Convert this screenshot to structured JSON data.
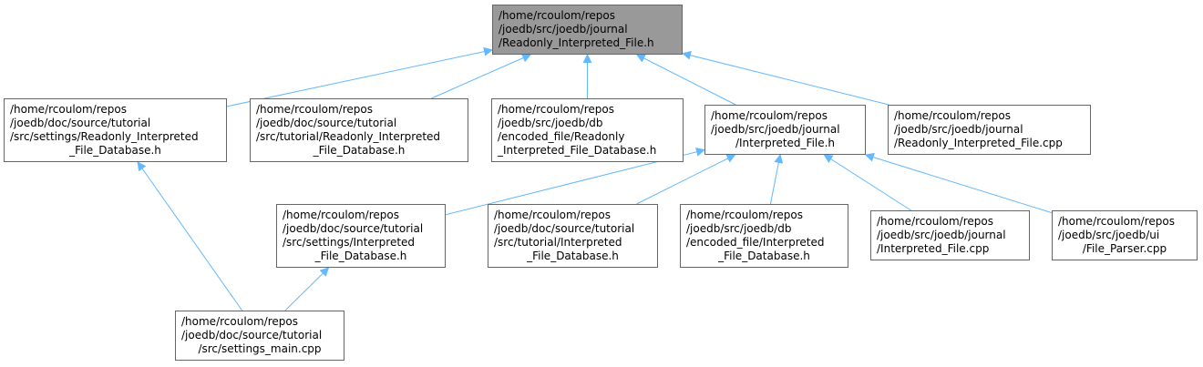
{
  "colors": {
    "edge": "#63b8ff",
    "root_fill": "#999999",
    "node_fill": "#ffffff",
    "node_border": "#666666"
  },
  "nodes": {
    "root": [
      "/home/rcoulom/repos",
      "/joedb/src/joedb/journal",
      "/Readonly_Interpreted_File.h"
    ],
    "n_settings_readonly": [
      "/home/rcoulom/repos",
      "/joedb/doc/source/tutorial",
      "/src/settings/Readonly_Interpreted",
      "_File_Database.h"
    ],
    "n_tutorial_readonly": [
      "/home/rcoulom/repos",
      "/joedb/doc/source/tutorial",
      "/src/tutorial/Readonly_Interpreted",
      "_File_Database.h"
    ],
    "n_db_readonly": [
      "/home/rcoulom/repos",
      "/joedb/src/joedb/db",
      "/encoded_file/Readonly",
      "_Interpreted_File_Database.h"
    ],
    "n_interpreted_h": [
      "/home/rcoulom/repos",
      "/joedb/src/joedb/journal",
      "/Interpreted_File.h"
    ],
    "n_readonly_cpp": [
      "/home/rcoulom/repos",
      "/joedb/src/joedb/journal",
      "/Readonly_Interpreted_File.cpp"
    ],
    "n_settings_interp": [
      "/home/rcoulom/repos",
      "/joedb/doc/source/tutorial",
      "/src/settings/Interpreted",
      "_File_Database.h"
    ],
    "n_tutorial_interp": [
      "/home/rcoulom/repos",
      "/joedb/doc/source/tutorial",
      "/src/tutorial/Interpreted",
      "_File_Database.h"
    ],
    "n_db_interp": [
      "/home/rcoulom/repos",
      "/joedb/src/joedb/db",
      "/encoded_file/Interpreted",
      "_File_Database.h"
    ],
    "n_interpreted_cpp": [
      "/home/rcoulom/repos",
      "/joedb/src/joedb/journal",
      "/Interpreted_File.cpp"
    ],
    "n_file_parser": [
      "/home/rcoulom/repos",
      "/joedb/src/joedb/ui",
      "/File_Parser.cpp"
    ],
    "n_settings_main": [
      "/home/rcoulom/repos",
      "/joedb/doc/source/tutorial",
      "/src/settings_main.cpp"
    ]
  },
  "edges": [
    [
      "n_settings_readonly",
      "root"
    ],
    [
      "n_tutorial_readonly",
      "root"
    ],
    [
      "n_db_readonly",
      "root"
    ],
    [
      "n_interpreted_h",
      "root"
    ],
    [
      "n_readonly_cpp",
      "root"
    ],
    [
      "n_settings_interp",
      "n_interpreted_h"
    ],
    [
      "n_tutorial_interp",
      "n_interpreted_h"
    ],
    [
      "n_db_interp",
      "n_interpreted_h"
    ],
    [
      "n_interpreted_cpp",
      "n_interpreted_h"
    ],
    [
      "n_file_parser",
      "n_interpreted_h"
    ],
    [
      "n_settings_main",
      "n_settings_readonly"
    ],
    [
      "n_settings_main",
      "n_settings_interp"
    ]
  ]
}
